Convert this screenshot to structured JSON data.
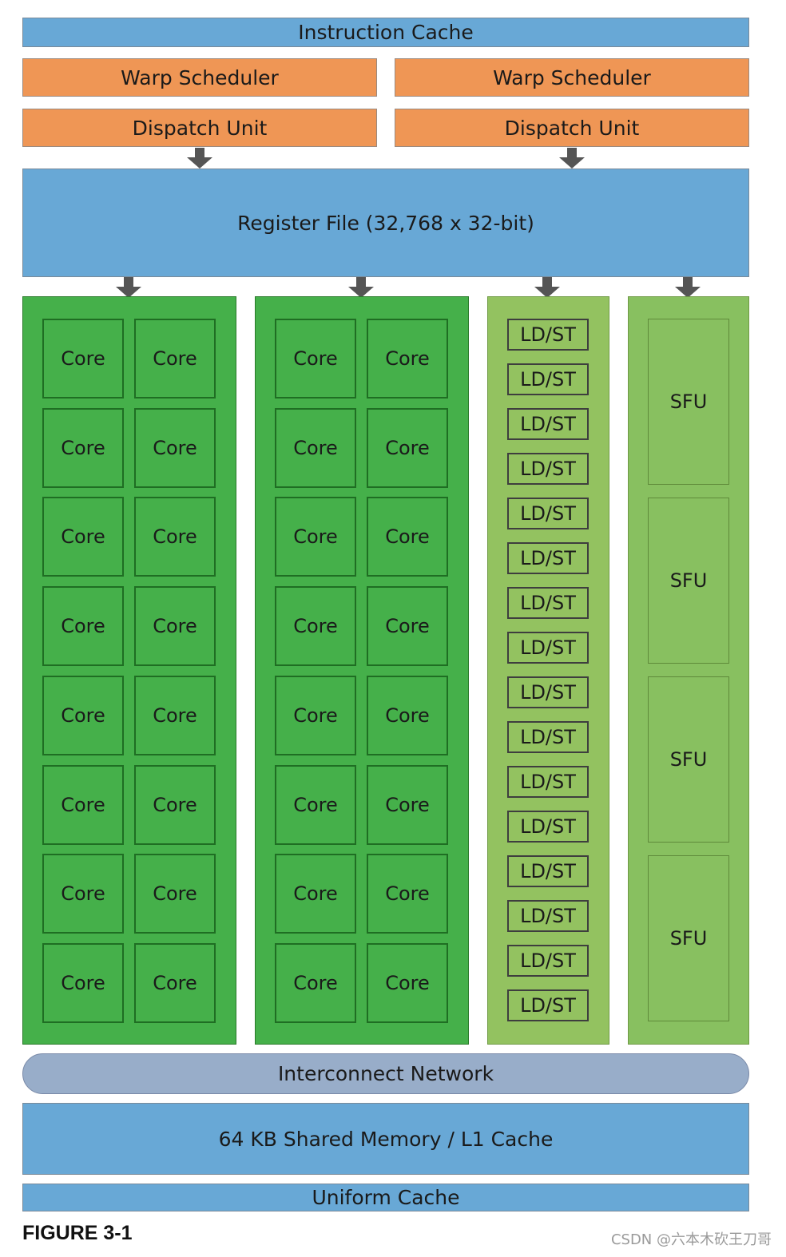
{
  "instruction_cache": "Instruction Cache",
  "warp_schedulers": [
    "Warp Scheduler",
    "Warp Scheduler"
  ],
  "dispatch_units": [
    "Dispatch Unit",
    "Dispatch Unit"
  ],
  "register_file": "Register File (32,768 x 32-bit)",
  "core_label": "Core",
  "core_columns": 2,
  "core_rows": 8,
  "cores_per_row": 2,
  "ldst_label": "LD/ST",
  "ldst_count": 16,
  "sfu_label": "SFU",
  "sfu_count": 4,
  "interconnect": "Interconnect Network",
  "shared_memory": "64 KB Shared Memory / L1 Cache",
  "uniform_cache": "Uniform Cache",
  "caption": "FIGURE 3-1",
  "watermark": "CSDN @六本木砍王刀哥",
  "colors": {
    "cache_blue": "#68a8d6",
    "scheduler_orange": "#ef9655",
    "core_green": "#45b04a",
    "ldst_green": "#93c260",
    "sfu_green": "#88c060",
    "network": "#98adc9",
    "arrow": "#555555"
  }
}
